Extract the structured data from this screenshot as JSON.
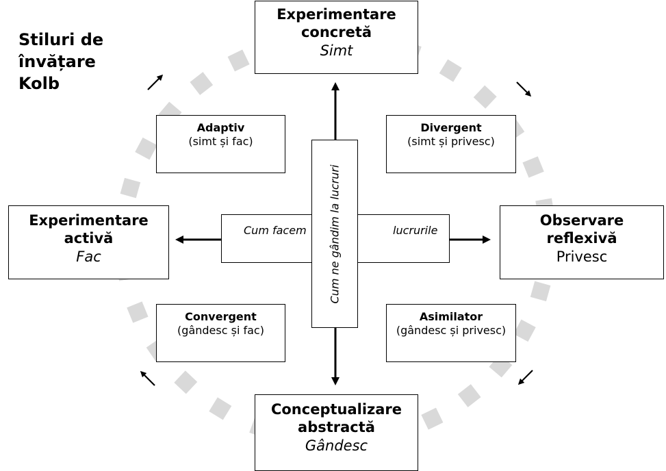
{
  "title": {
    "line1": "Stiluri de",
    "line2": "învățare",
    "line3": "Kolb"
  },
  "poles": {
    "top": {
      "line1": "Experimentare",
      "line2": "concretă",
      "sub": "Simt"
    },
    "left": {
      "line1": "Experimentare",
      "line2": "activă",
      "sub": "Fac"
    },
    "right": {
      "line1": "Observare",
      "line2": "reflexivă",
      "sub": "Privesc"
    },
    "bottom": {
      "line1": "Conceptualizare",
      "line2": "abstractă",
      "sub": "Gândesc"
    }
  },
  "quadrants": {
    "adaptiv": {
      "name": "Adaptiv",
      "desc": "(simt și fac)"
    },
    "divergent": {
      "name": "Divergent",
      "desc": "(simt și privesc)"
    },
    "convergent": {
      "name": "Convergent",
      "desc": "(gândesc și fac)"
    },
    "asimilator": {
      "name": "Asimilator",
      "desc": "(gândesc și privesc)"
    }
  },
  "axes": {
    "horizontal_left": "Cum facem",
    "horizontal_right": "lucrurile",
    "vertical": "Cum ne gândim la lucruri"
  },
  "colors": {
    "ring": "#d9d9d9",
    "stroke": "#000000"
  }
}
